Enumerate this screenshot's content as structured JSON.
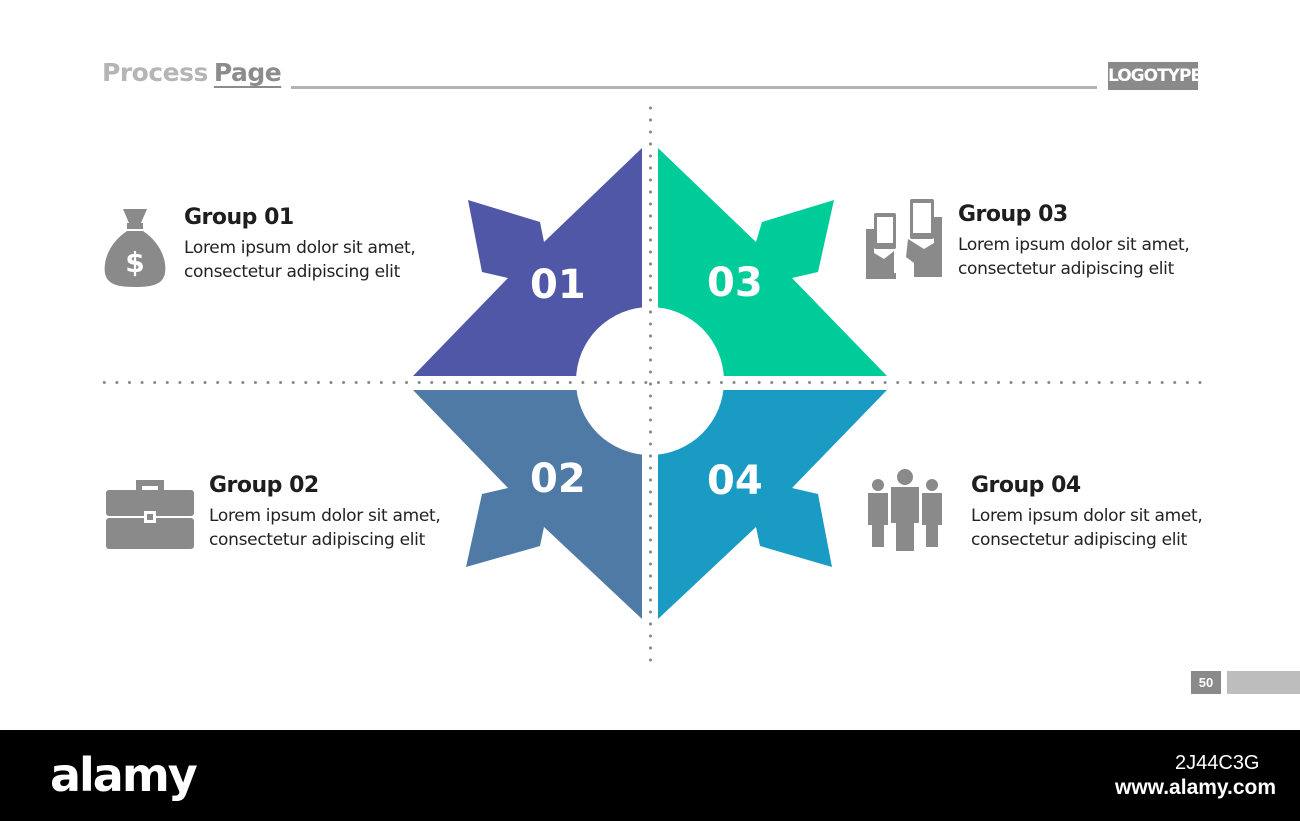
{
  "header": {
    "title_light": "Process",
    "title_strong": "Page",
    "logo": "LOGOTYPE"
  },
  "segments": [
    {
      "number": "01",
      "color": "#5157a7"
    },
    {
      "number": "02",
      "color": "#4f7aa6"
    },
    {
      "number": "03",
      "color": "#00cc99"
    },
    {
      "number": "04",
      "color": "#1a9bc4"
    }
  ],
  "groups": [
    {
      "title": "Group 01",
      "line1": "Lorem ipsum dolor sit amet,",
      "line2": "consectetur adipiscing elit",
      "icon": "money-bag-icon"
    },
    {
      "title": "Group 02",
      "line1": "Lorem ipsum dolor sit amet,",
      "line2": "consectetur adipiscing elit",
      "icon": "briefcase-icon"
    },
    {
      "title": "Group 03",
      "line1": "Lorem ipsum dolor sit amet,",
      "line2": "consectetur adipiscing elit",
      "icon": "smartphone-hands-icon"
    },
    {
      "title": "Group 04",
      "line1": "Lorem ipsum dolor sit amet,",
      "line2": "consectetur adipiscing elit",
      "icon": "team-icon"
    }
  ],
  "page_number": "50",
  "footer": {
    "brand": "alamy",
    "image_id": "2J44C3G",
    "site": "www.alamy.com"
  }
}
